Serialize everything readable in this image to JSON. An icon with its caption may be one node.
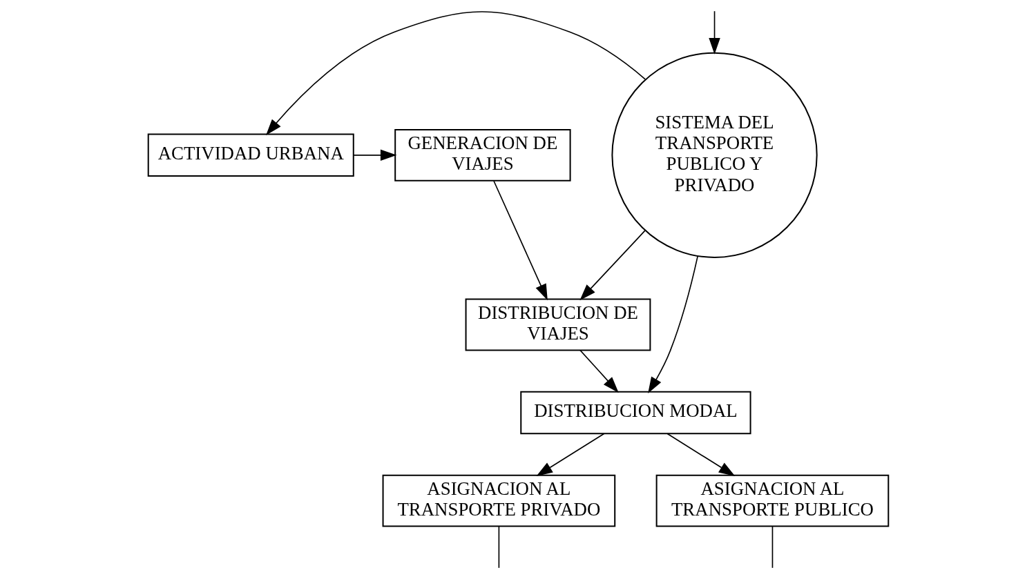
{
  "diagram": {
    "nodes": [
      {
        "text": [
          "ACTIVIDAD URBANA"
        ]
      },
      {
        "text": [
          "SISTEMA DEL TRANSPORTE PUBLICO Y PRIVADO"
        ]
      },
      {
        "text": [
          "GENERACION DE VIAJES"
        ]
      },
      {
        "text": [
          "DISTRIBUCION DE VIAJES"
        ]
      },
      {
        "text": [
          "DISTRIBUCION MODAL"
        ]
      },
      {
        "text": [
          "ASIGNACION AL TRANSPORTE PRIVADO"
        ]
      },
      {
        "text": [
          "ASIGNACION AL TRANSPORTE PUBLICO"
        ]
      }
    ],
    "edges": [
      {
        "from": 0,
        "to": 2,
        "arrow": "to"
      },
      {
        "from": 1,
        "to": 0,
        "arrow": "to"
      },
      {
        "from": 2,
        "to": 3,
        "arrow": "to"
      },
      {
        "from": 3,
        "to": 4,
        "arrow": "to"
      },
      {
        "from": 1,
        "to": 3,
        "arrow": "to"
      },
      {
        "from": 1,
        "to": 4,
        "arrow": "to"
      },
      {
        "from": 4,
        "to": 5,
        "arrow": "to"
      },
      {
        "from": 4,
        "to": 6,
        "arrow": "to"
      },
      {
        "from": 5,
        "to": null,
        "arrow": "none"
      },
      {
        "from": 6,
        "to": null,
        "arrow": "none"
      },
      {
        "from": null,
        "to": 1,
        "arrow": "to"
      }
    ]
  }
}
